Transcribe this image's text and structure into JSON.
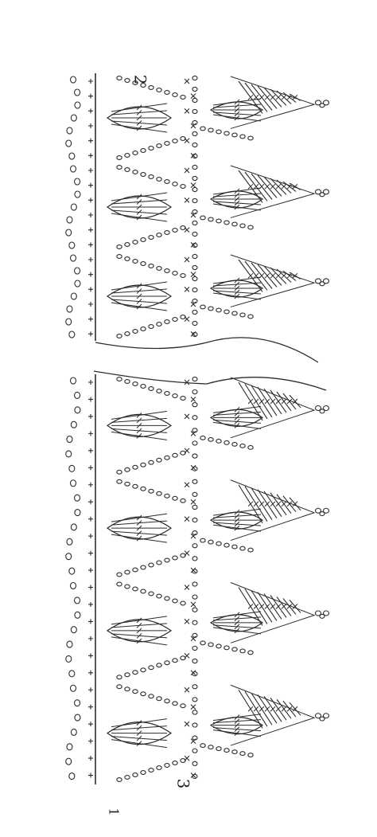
{
  "diagram": {
    "type": "crochet-edging-chart",
    "ink_color": "#2b2b2b",
    "background": "#ffffff",
    "labels": {
      "top_number": "2",
      "bottom_number": "3",
      "row_start_mark": "1"
    }
  }
}
